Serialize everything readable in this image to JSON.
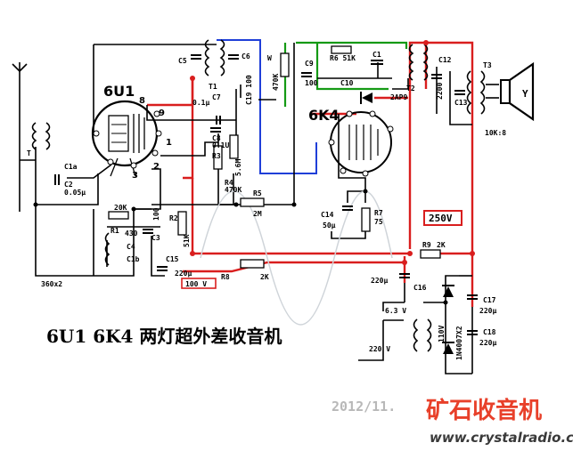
{
  "title": "6U1 6K4 两灯超外差收音机",
  "tubes": {
    "t1": "6U1",
    "t2": "6K4"
  },
  "pins": {
    "p8": "8",
    "p9": "9",
    "p1": "1",
    "p2": "2",
    "p3": "3"
  },
  "labels": {
    "c5": "C5",
    "c6": "C6",
    "t1": "T1",
    "c19": "C19 100",
    "c7": "C7",
    "c7v": "0.1μ",
    "c8": "C8",
    "c8v": "0.1U",
    "r3": "R3",
    "r3v": "5.6M",
    "r4": "R4",
    "r4v": "470K",
    "w": "W",
    "wv": "470K",
    "c9": "C9",
    "c9v": "100",
    "r6": "R6 51K",
    "c10": "C10",
    "c1": "C1",
    "c12": "C12",
    "t2": "T2",
    "d2ap9": "2AP9",
    "c12v": "2200",
    "t3": "T3",
    "c13": "C13",
    "spk": "Y",
    "ratio": "10K:8",
    "t_ant": "T",
    "c1a": "C1a",
    "c2": "C2",
    "c2v": "0.05μ",
    "r2": "R2",
    "r2v": "51K",
    "r5": "R5",
    "r5v": "2M",
    "r1": "R1",
    "r1v": "20K",
    "c430": "430",
    "c3": "C3",
    "c100": "100",
    "c4": "C4",
    "c1b": "C1b",
    "c15": "C15",
    "c15v": "220μ",
    "r8": "R8",
    "r8v": "2K",
    "v100": "100 V",
    "c14": "C14",
    "c14v": "50μ",
    "r7": "R7",
    "r7v": "75",
    "v250": "250V",
    "r9": "R9",
    "r9v": "2K",
    "c16": "C16",
    "c16v": "220μ",
    "c17": "C17",
    "c17v": "220μ",
    "c18": "C18",
    "c18v": "220μ",
    "diodes": "1N4007X2",
    "v63": "6.3 V",
    "v110": "110V",
    "v220": "220 V",
    "c360": "360x2"
  },
  "watermark": {
    "date": "2012/11.",
    "brand": "矿石收音机",
    "url": "www.crystalradio.cn"
  }
}
